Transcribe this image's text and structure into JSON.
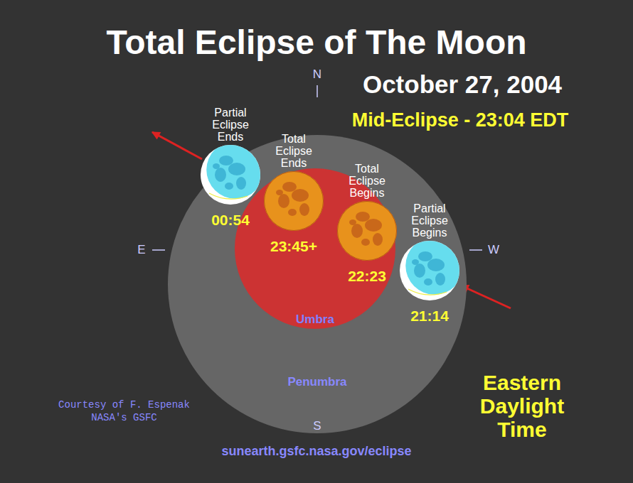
{
  "diagram": {
    "title": "Total Eclipse of The Moon",
    "nodes": [
      {
        "text": [
          "Penumbra"
        ]
      },
      {
        "text": [
          "Umbra"
        ],
        "in": 0
      },
      {
        "text": [
          "Partial Eclipse Ends",
          "00:54"
        ],
        "in": 0
      },
      {
        "text": [
          "Total Eclipse Ends",
          "23:45+"
        ],
        "in": 1
      },
      {
        "text": [
          "Total Eclipse Begins",
          "22:23"
        ],
        "in": 1
      },
      {
        "text": [
          "Partial Eclipse Begins",
          "21:14"
        ],
        "in": 0
      }
    ],
    "labels": [
      "October 27, 2004",
      "Mid-Eclipse - 23:04 EDT",
      "N",
      "E",
      "W",
      "S",
      "Courtesy of F. Espenak NASA's GSFC",
      "Eastern Daylight Time",
      "sunearth.gsfc.nasa.gov/eclipse"
    ]
  }
}
